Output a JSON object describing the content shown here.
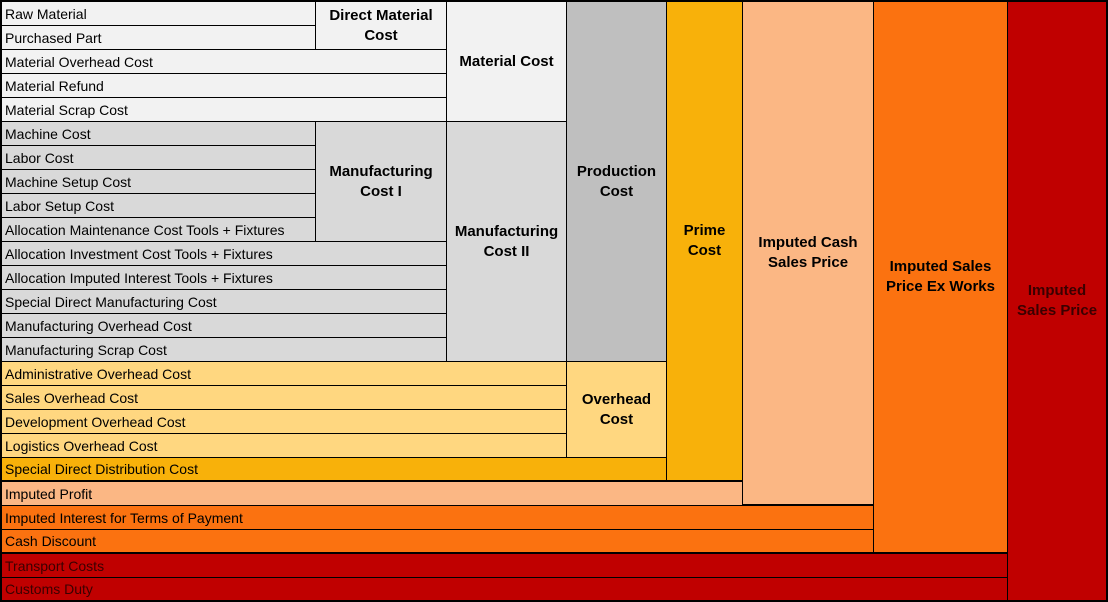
{
  "colors": {
    "material": "#f2f2f2",
    "manufacturing": "#d9d9d9",
    "production": "#bfbfbf",
    "overhead": "#ffd780",
    "prime": "#f8b10a",
    "cash_sales": "#fbb784",
    "ex_works": "#fb7210",
    "sales": "#c00000",
    "border": "#000000"
  },
  "rows": {
    "raw_material": "Raw Material",
    "purchased_part": "Purchased Part",
    "material_overhead_cost": "Material Overhead Cost",
    "material_refund": "Material Refund",
    "material_scrap_cost": "Material Scrap Cost",
    "machine_cost": "Machine Cost",
    "labor_cost": "Labor Cost",
    "machine_setup_cost": "Machine Setup Cost",
    "labor_setup_cost": "Labor Setup Cost",
    "allocation_maintenance": "Allocation Maintenance Cost Tools + Fixtures",
    "allocation_investment": "Allocation Investment Cost Tools + Fixtures",
    "allocation_interest": "Allocation Imputed Interest Tools + Fixtures",
    "special_direct_manufacturing": "Special Direct Manufacturing Cost",
    "manufacturing_overhead": "Manufacturing Overhead Cost",
    "manufacturing_scrap": "Manufacturing Scrap Cost",
    "administrative_overhead": "Administrative Overhead Cost",
    "sales_overhead": "Sales Overhead Cost",
    "development_overhead": "Development Overhead Cost",
    "logistics_overhead": "Logistics Overhead Cost",
    "special_direct_distribution": "Special Direct Distribution Cost",
    "imputed_profit": "Imputed Profit",
    "imputed_interest_terms": "Imputed Interest for Terms of Payment",
    "cash_discount": "Cash Discount",
    "transport_costs": "Transport Costs",
    "customs_duty": "Customs Duty"
  },
  "groups": {
    "direct_material_cost": [
      "Direct Material",
      "Cost"
    ],
    "material_cost": [
      "Material Cost"
    ],
    "manufacturing_cost_1": [
      "Manufacturing",
      "Cost I"
    ],
    "manufacturing_cost_2": [
      "Manufacturing",
      "Cost II"
    ],
    "production_cost": [
      "Production",
      "Cost"
    ],
    "overhead_cost": [
      "Overhead",
      "Cost"
    ],
    "prime_cost": [
      "Prime",
      "Cost"
    ],
    "imputed_cash_sales_price": [
      "Imputed Cash",
      "Sales Price"
    ],
    "imputed_sales_price_ex_works": [
      "Imputed Sales",
      "Price Ex Works"
    ],
    "imputed_sales_price": [
      "Imputed",
      "Sales Price"
    ]
  }
}
